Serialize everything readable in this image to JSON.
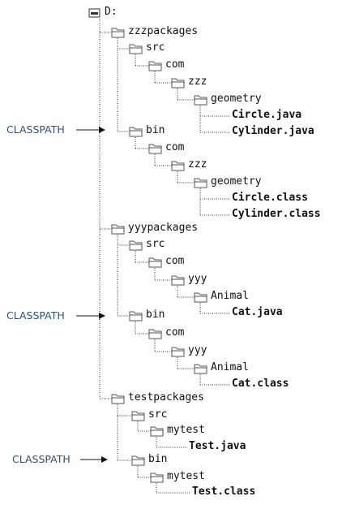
{
  "tree": {
    "root": {
      "label": "D:",
      "icon": "drive-icon"
    },
    "nodes": [
      {
        "id": "zzzpackages",
        "label": "zzzpackages",
        "kind": "folder"
      },
      {
        "id": "zzz-src",
        "label": "src",
        "kind": "folder"
      },
      {
        "id": "zzz-src-com",
        "label": "com",
        "kind": "folder"
      },
      {
        "id": "zzz-src-zzz",
        "label": "zzz",
        "kind": "folder"
      },
      {
        "id": "zzz-src-geometry",
        "label": "geometry",
        "kind": "folder"
      },
      {
        "id": "zzz-circle-java",
        "label": "Circle.java",
        "kind": "file"
      },
      {
        "id": "zzz-cylinder-java",
        "label": "Cylinder.java",
        "kind": "file"
      },
      {
        "id": "zzz-bin",
        "label": "bin",
        "kind": "folder"
      },
      {
        "id": "zzz-bin-com",
        "label": "com",
        "kind": "folder"
      },
      {
        "id": "zzz-bin-zzz",
        "label": "zzz",
        "kind": "folder"
      },
      {
        "id": "zzz-bin-geometry",
        "label": "geometry",
        "kind": "folder"
      },
      {
        "id": "zzz-circle-class",
        "label": "Circle.class",
        "kind": "file"
      },
      {
        "id": "zzz-cylinder-class",
        "label": "Cylinder.class",
        "kind": "file"
      },
      {
        "id": "yyypackages",
        "label": "yyypackages",
        "kind": "folder"
      },
      {
        "id": "yyy-src",
        "label": "src",
        "kind": "folder"
      },
      {
        "id": "yyy-src-com",
        "label": "com",
        "kind": "folder"
      },
      {
        "id": "yyy-src-yyy",
        "label": "yyy",
        "kind": "folder"
      },
      {
        "id": "yyy-src-animal",
        "label": "Animal",
        "kind": "folder"
      },
      {
        "id": "yyy-cat-java",
        "label": "Cat.java",
        "kind": "file"
      },
      {
        "id": "yyy-bin",
        "label": "bin",
        "kind": "folder"
      },
      {
        "id": "yyy-bin-com",
        "label": "com",
        "kind": "folder"
      },
      {
        "id": "yyy-bin-yyy",
        "label": "yyy",
        "kind": "folder"
      },
      {
        "id": "yyy-bin-animal",
        "label": "Animal",
        "kind": "folder"
      },
      {
        "id": "yyy-cat-class",
        "label": "Cat.class",
        "kind": "file"
      },
      {
        "id": "testpackages",
        "label": "testpackages",
        "kind": "folder"
      },
      {
        "id": "test-src",
        "label": "src",
        "kind": "folder"
      },
      {
        "id": "test-src-mytest",
        "label": "mytest",
        "kind": "folder"
      },
      {
        "id": "test-test-java",
        "label": "Test.java",
        "kind": "file"
      },
      {
        "id": "test-bin",
        "label": "bin",
        "kind": "folder"
      },
      {
        "id": "test-bin-mytest",
        "label": "mytest",
        "kind": "folder"
      },
      {
        "id": "test-test-class",
        "label": "Test.class",
        "kind": "file"
      }
    ]
  },
  "classpath_markers": [
    {
      "id": "cp-zzz",
      "label": "CLASSPATH",
      "target": "zzz-bin"
    },
    {
      "id": "cp-yyy",
      "label": "CLASSPATH",
      "target": "yyy-bin"
    },
    {
      "id": "cp-test",
      "label": "CLASSPATH",
      "target": "test-bin"
    }
  ],
  "colors": {
    "classpath_text": "#2f4f7f",
    "tree_line": "#333333",
    "folder_stroke": "#555555"
  }
}
